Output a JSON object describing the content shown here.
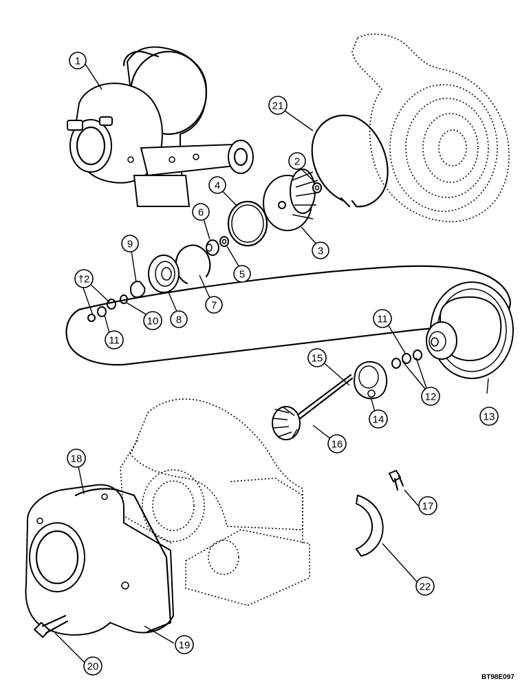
{
  "drawing_code": "BT98E097",
  "callouts": {
    "c1": "1",
    "c2": "2",
    "c3": "3",
    "c4": "4",
    "c5": "5",
    "c6": "6",
    "c7": "7",
    "c8": "8",
    "c9": "9",
    "c10": "10",
    "c11a": "11",
    "c11b": "11",
    "c12a": "†2",
    "c12b": "12",
    "c13": "13",
    "c14": "14",
    "c15": "15",
    "c16": "16",
    "c17": "17",
    "c18": "18",
    "c19": "19",
    "c20": "20",
    "c21": "21",
    "c22": "22"
  }
}
